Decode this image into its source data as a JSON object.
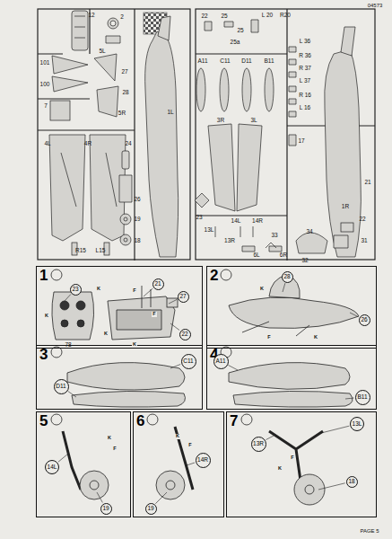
{
  "diagram": {
    "nodes": [
      {
        "text": [
          "1"
        ]
      },
      {
        "text": [
          "21"
        ],
        "in": 0
      },
      {
        "text": [
          "27"
        ],
        "in": 0
      },
      {
        "text": [
          "23"
        ],
        "in": 0
      },
      {
        "text": [
          "22"
        ],
        "in": 0
      },
      {
        "text": [
          "2"
        ]
      },
      {
        "text": [
          "28"
        ],
        "in": 5
      },
      {
        "text": [
          "26"
        ],
        "in": 5
      },
      {
        "text": [
          "3"
        ]
      },
      {
        "text": [
          "C11"
        ],
        "in": 8
      },
      {
        "text": [
          "D11"
        ],
        "in": 8
      },
      {
        "text": [
          "4"
        ]
      },
      {
        "text": [
          "A11"
        ],
        "in": 11
      },
      {
        "text": [
          "B11"
        ],
        "in": 11
      },
      {
        "text": [
          "5"
        ]
      },
      {
        "text": [
          "14L"
        ],
        "in": 14
      },
      {
        "text": [
          "19"
        ],
        "in": 14
      },
      {
        "text": [
          "6"
        ]
      },
      {
        "text": [
          "14R"
        ],
        "in": 17
      },
      {
        "text": [
          "19"
        ],
        "in": 17
      },
      {
        "text": [
          "7"
        ]
      },
      {
        "text": [
          "13L"
        ],
        "in": 20
      },
      {
        "text": [
          "13R"
        ],
        "in": 20
      },
      {
        "text": [
          "18"
        ],
        "in": 20
      }
    ],
    "labels": [
      "04573",
      "12",
      "2",
      "101",
      "100",
      "5L",
      "27",
      "1L",
      "7",
      "28",
      "5R",
      "24",
      "4L",
      "4R",
      "26",
      "19",
      "18",
      "R15",
      "L15",
      "22",
      "25",
      "L 20",
      "R20",
      "25",
      "25a",
      "L 36",
      "R 36",
      "R 37",
      "L 37",
      "R 16",
      "L 16",
      "17",
      "A11",
      "C11",
      "D11",
      "B11",
      "3R",
      "3L",
      "21",
      "1R",
      "22",
      "23",
      "13L",
      "14L",
      "14R",
      "13R",
      "6L",
      "6R",
      "34",
      "31",
      "33",
      "32",
      "78",
      "PAGE 5",
      "K",
      "K",
      "F",
      "K",
      "F",
      "K",
      "K",
      "F",
      "K",
      "K",
      "F",
      "K",
      "F",
      "K",
      "F"
    ]
  }
}
